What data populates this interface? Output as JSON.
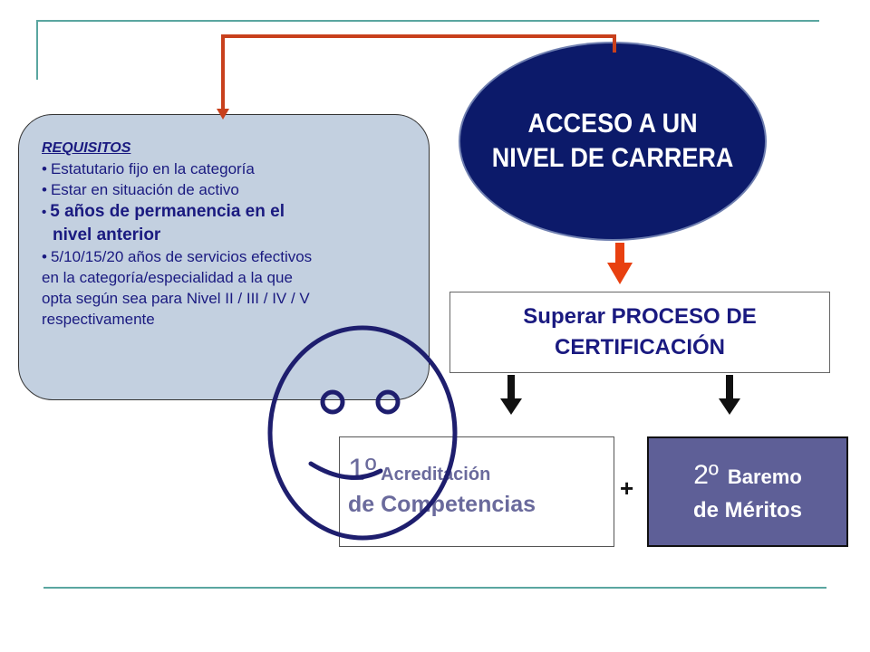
{
  "requisitos": {
    "title": "REQUISITOS ",
    "items": [
      "Estatutario fijo en la categoría",
      "Estar en situación de activo",
      "5 años de permanencia en el",
      "nivel anterior",
      "5/10/15/20 años de servicios efectivos",
      "en la categoría/especialidad  a la que",
      "opta según sea para Nivel II / III / IV / V",
      "respectivamente"
    ]
  },
  "acceso": {
    "line1": "ACCESO A UN",
    "line2": "NIVEL DE CARRERA"
  },
  "certificacion": {
    "line1": "Superar PROCESO DE",
    "line2": "CERTIFICACIÓN"
  },
  "acreditacion": {
    "ordinal": "1º",
    "line1": " Acreditación",
    "line2": "de Competencias"
  },
  "baremo": {
    "ordinal": "2º",
    "line1": "Baremo",
    "line2": "de Méritos"
  },
  "plus": "+",
  "colors": {
    "navy": "#0c1a6a",
    "text_blue": "#1a1a80",
    "box_fill": "#c3d0e0",
    "connector": "#c8401c",
    "arrow_red": "#e84010",
    "baremo_fill": "#5e5f97",
    "teal_line": "#5aa6a0"
  },
  "icons": {
    "face": "smiley-face-icon"
  }
}
